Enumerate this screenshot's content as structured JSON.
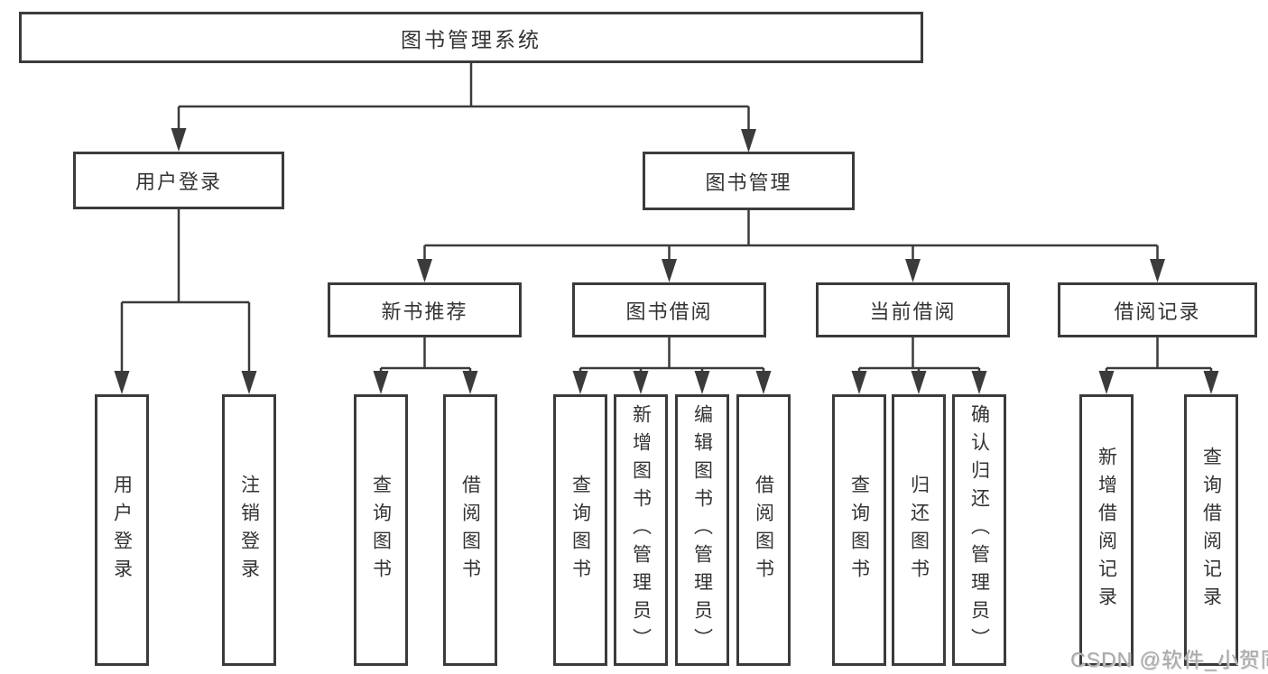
{
  "diagram": {
    "title": "图书管理系统",
    "tree": {
      "root": {
        "label": "图书管理系统"
      },
      "children": [
        {
          "label": "用户登录",
          "children": [
            {
              "label": "用户登录"
            },
            {
              "label": "注销登录"
            }
          ]
        },
        {
          "label": "图书管理",
          "children": [
            {
              "label": "新书推荐",
              "children": [
                {
                  "label": "查询图书"
                },
                {
                  "label": "借阅图书"
                }
              ]
            },
            {
              "label": "图书借阅",
              "children": [
                {
                  "label": "查询图书"
                },
                {
                  "label": "新增图书（管理员）"
                },
                {
                  "label": "编辑图书（管理员）"
                },
                {
                  "label": "借阅图书"
                }
              ]
            },
            {
              "label": "当前借阅",
              "children": [
                {
                  "label": "查询图书"
                },
                {
                  "label": "归还图书"
                },
                {
                  "label": "确认归还（管理员）"
                }
              ]
            },
            {
              "label": "借阅记录",
              "children": [
                {
                  "label": "新增借阅记录"
                },
                {
                  "label": "查询借阅记录"
                }
              ]
            }
          ]
        }
      ]
    },
    "colors": {
      "line": "#3b3b3b",
      "text": "#333333",
      "background": "#ffffff",
      "watermark": "#a9a9a9"
    }
  },
  "watermark": {
    "text": "CSDN @软件_小贺同学"
  }
}
